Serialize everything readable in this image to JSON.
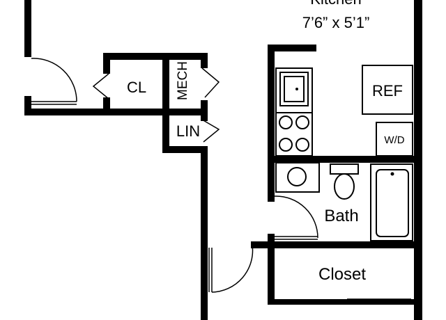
{
  "rooms": {
    "kitchen": {
      "name": "Kitchen",
      "dimensions": "7’6” x 5’1”"
    },
    "closet_small": "CL",
    "mechanical": "MECH",
    "linen": "LIN",
    "refrigerator": "REF",
    "washer_dryer": "W/D",
    "bath": "Bath",
    "closet": "Closet"
  },
  "colors": {
    "wall": "#000000",
    "background": "#ffffff"
  }
}
